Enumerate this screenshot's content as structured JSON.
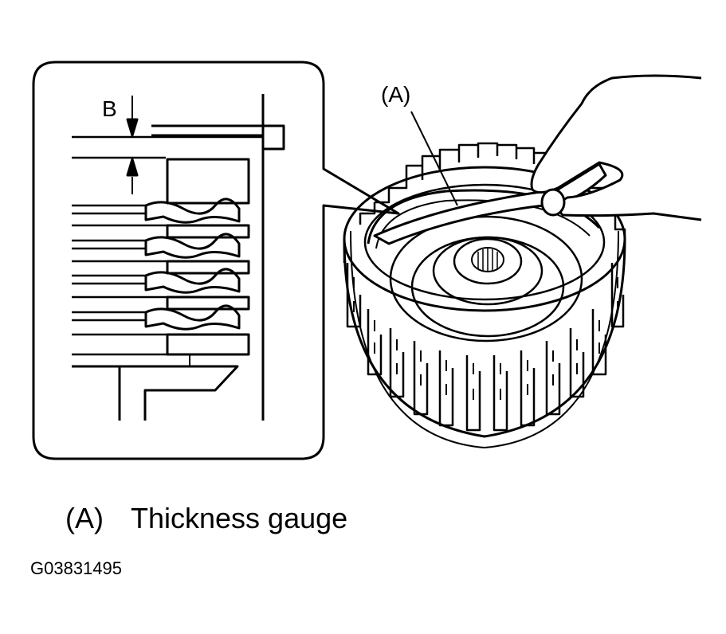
{
  "diagram": {
    "detail_label_b": "B",
    "callout_label_a": "(A)"
  },
  "legend": {
    "tag": "(A)",
    "description": "Thickness gauge"
  },
  "figure_code": "G03831495"
}
